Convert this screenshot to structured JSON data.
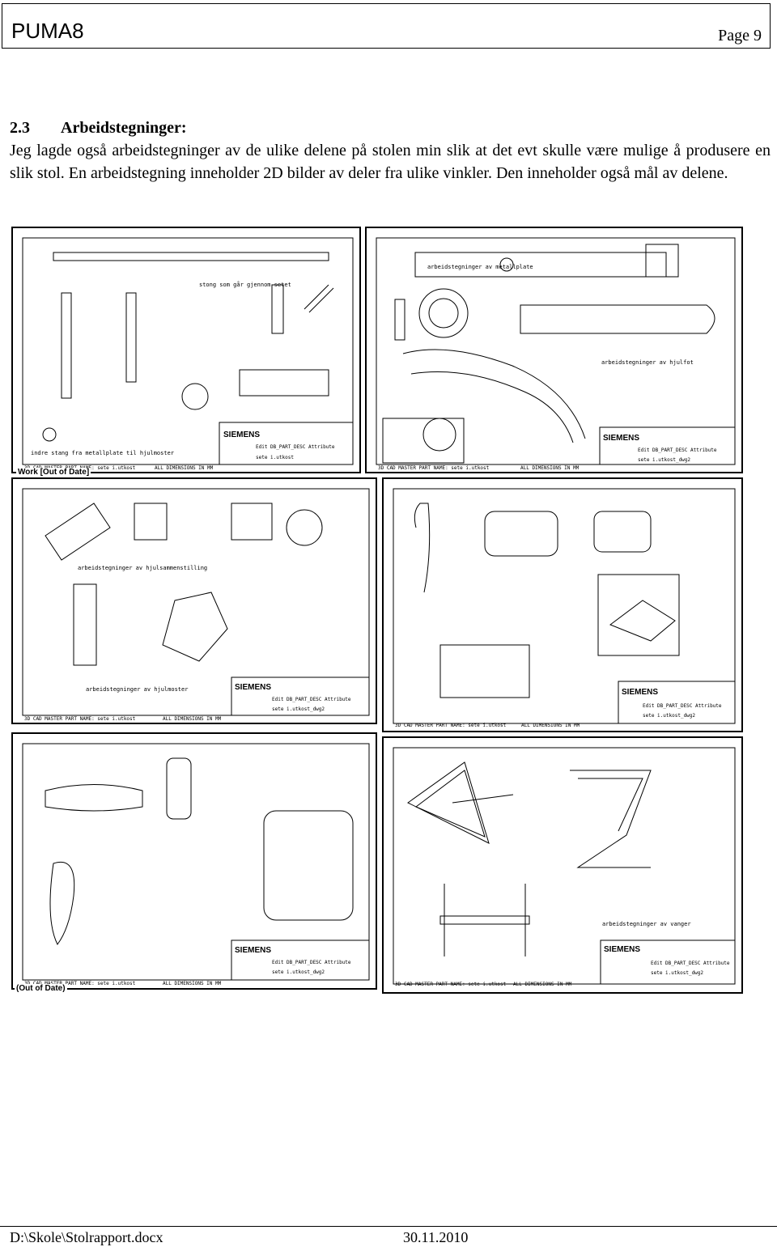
{
  "header": {
    "title": "PUMA8",
    "page_label": "Page 9"
  },
  "section": {
    "number": "2.3",
    "title": "Arbeidstegninger:"
  },
  "body_text": "Jeg lagde også arbeidstegninger av de ulike delene på stolen min slik at det evt skulle være mulige å produsere en slik stol. En arbeidstegning inneholder 2D bilder av deler fra ulike vinkler. Den inneholder også mål av delene.",
  "drawings": [
    {
      "caption": "stong som går gjennom setet",
      "subcaption": "indre stang fra metallplate til hjulmoster",
      "brand": "SIEMENS",
      "attr": "Edit DB_PART_DESC Attribute",
      "file": "sete i.utkost",
      "dims": "ALL DIMENSIONS IN MM",
      "master": "3D CAD MASTER PART NAME: sete i.utkost",
      "stamp": "Work [Out of Date]"
    },
    {
      "caption": "arbeidstegninger av metallplate",
      "subcaption": "arbeidstegninger av hjulfot",
      "brand": "SIEMENS",
      "attr": "Edit DB_PART_DESC Attribute",
      "file": "sete i.utkost_dwg2",
      "dims": "ALL DIMENSIONS IN MM",
      "master": "3D CAD MASTER PART NAME: sete i.utkost",
      "stamp": ""
    },
    {
      "caption": "arbeidstegninger av hjulsammenstilling",
      "subcaption": "arbeidstegninger av hjulmoster",
      "brand": "SIEMENS",
      "attr": "Edit DB_PART_DESC Attribute",
      "file": "sete i.utkost_dwg2",
      "dims": "ALL DIMENSIONS IN MM",
      "master": "3D CAD MASTER PART NAME: sete i.utkost",
      "stamp": ""
    },
    {
      "caption": "",
      "subcaption": "",
      "brand": "SIEMENS",
      "attr": "Edit DB_PART_DESC Attribute",
      "file": "sete i.utkost_dwg2",
      "dims": "ALL DIMENSIONS IN MM",
      "master": "3D CAD MASTER PART NAME: sete i.utkost",
      "stamp": ""
    },
    {
      "caption": "",
      "subcaption": "",
      "brand": "SIEMENS",
      "attr": "Edit DB_PART_DESC Attribute",
      "file": "sete i.utkost_dwg2",
      "dims": "ALL DIMENSIONS IN MM",
      "master": "3D CAD MASTER PART NAME: sete i.utkost",
      "stamp": "(Out of Date)"
    },
    {
      "caption": "arbeidstegninger av vanger",
      "subcaption": "",
      "brand": "SIEMENS",
      "attr": "Edit DB_PART_DESC Attribute",
      "file": "sete i.utkost_dwg2",
      "dims": "ALL DIMENSIONS IN MM",
      "master": "3D CAD MASTER PART NAME: sete i.utkost",
      "stamp": ""
    }
  ],
  "footer": {
    "path": "D:\\Skole\\Stolrapport.docx",
    "date": "30.11.2010"
  }
}
